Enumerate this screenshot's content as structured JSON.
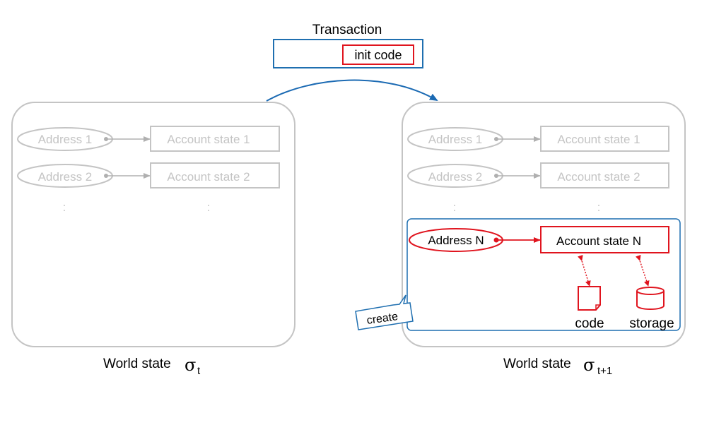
{
  "transaction": {
    "title": "Transaction",
    "init_code": "init code"
  },
  "world_state_t": {
    "label": "World state",
    "symbol": "σ",
    "subscript": "t",
    "rows": [
      {
        "address": "Address 1",
        "account": "Account state 1"
      },
      {
        "address": "Address 2",
        "account": "Account state 2"
      }
    ],
    "ellipsis": ":"
  },
  "world_state_t1": {
    "label": "World state",
    "symbol": "σ",
    "subscript": "t+1",
    "rows": [
      {
        "address": "Address 1",
        "account": "Account state 1"
      },
      {
        "address": "Address 2",
        "account": "Account state 2"
      }
    ],
    "ellipsis": ":",
    "new_entry": {
      "address": "Address N",
      "account": "Account state N",
      "code_label": "code",
      "storage_label": "storage"
    },
    "callout": "create"
  },
  "colors": {
    "grey": "#c4c4c4",
    "red": "#e0141e",
    "blue": "#1f6fb0",
    "arrow_blue": "#1b6ab3"
  }
}
